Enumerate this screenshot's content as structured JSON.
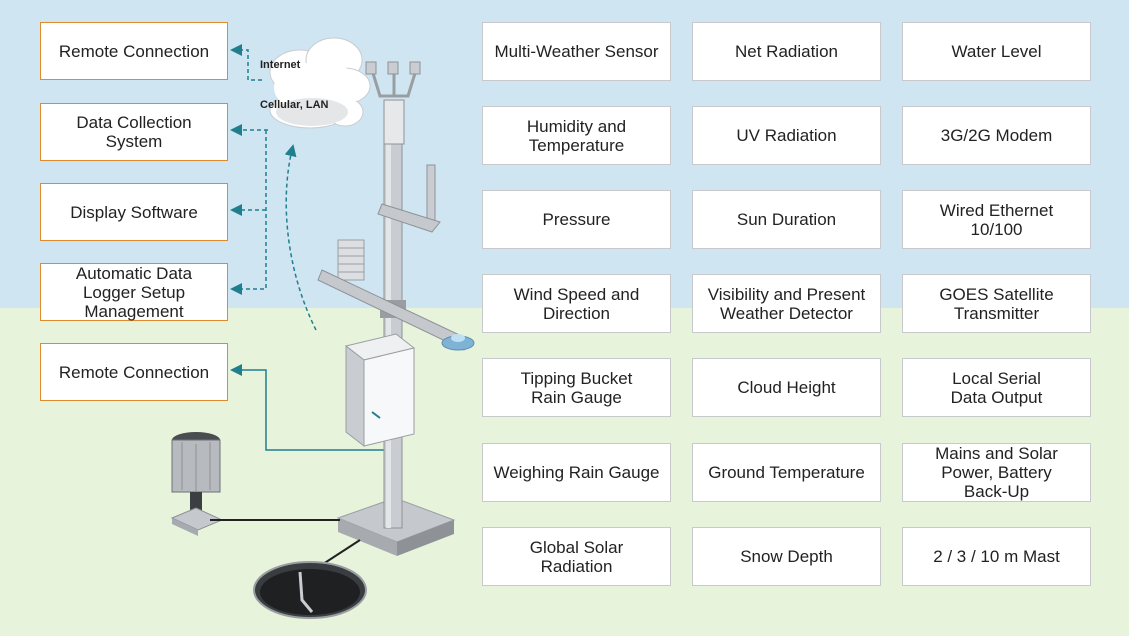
{
  "cloud": {
    "internet_label": "Internet",
    "network_label": "Cellular, LAN"
  },
  "left_boxes": [
    "Remote Connection",
    "Data Collection\nSystem",
    "Display Software",
    "Automatic Data\nLogger Setup\nManagement",
    "Remote Connection"
  ],
  "grid": [
    [
      "Multi-Weather Sensor",
      "Net Radiation",
      "Water Level"
    ],
    [
      "Humidity and\nTemperature",
      "UV Radiation",
      "3G/2G Modem"
    ],
    [
      "Pressure",
      "Sun Duration",
      "Wired Ethernet\n10/100"
    ],
    [
      "Wind Speed and\nDirection",
      "Visibility and Present\nWeather Detector",
      "GOES Satellite\nTransmitter"
    ],
    [
      "Tipping Bucket\nRain Gauge",
      "Cloud Height",
      "Local Serial\nData Output"
    ],
    [
      "Weighing Rain Gauge",
      "Ground Temperature",
      "Mains and Solar\nPower, Battery\nBack-Up"
    ],
    [
      "Global Solar\nRadiation",
      "Snow Depth",
      "2 / 3 / 10 m Mast"
    ]
  ],
  "colors": {
    "sky": "#cfe5f1",
    "ground": "#e8f3dc",
    "box_border": "#e08a2e",
    "connector": "#1f7f8f"
  }
}
